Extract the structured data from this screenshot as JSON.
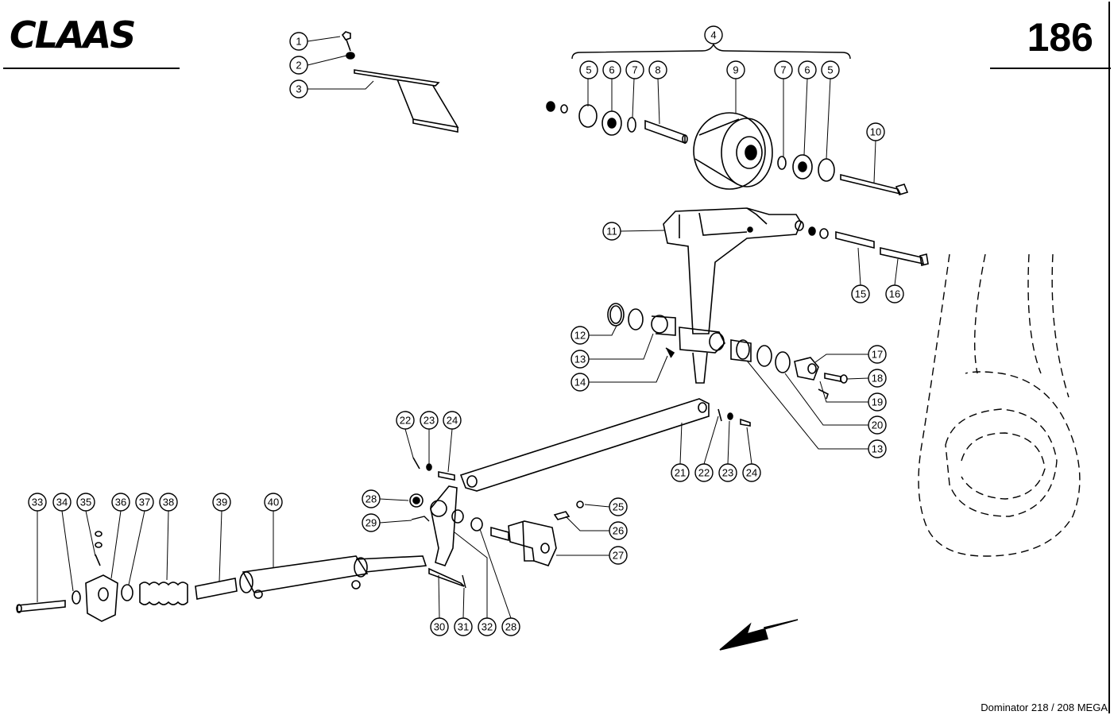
{
  "header": {
    "brand": "CLAAS",
    "page_number": "186"
  },
  "footer": {
    "model": "Dominator 218 / 208 MEGA"
  },
  "callouts": [
    "1",
    "2",
    "3",
    "4",
    "5",
    "6",
    "7",
    "8",
    "9",
    "7",
    "6",
    "5",
    "10",
    "11",
    "15",
    "16",
    "12",
    "13",
    "14",
    "17",
    "18",
    "19",
    "20",
    "13",
    "22",
    "23",
    "24",
    "21",
    "22",
    "23",
    "24",
    "28",
    "25",
    "29",
    "26",
    "27",
    "33",
    "34",
    "35",
    "36",
    "37",
    "38",
    "39",
    "40",
    "30",
    "31",
    "32",
    "28"
  ]
}
